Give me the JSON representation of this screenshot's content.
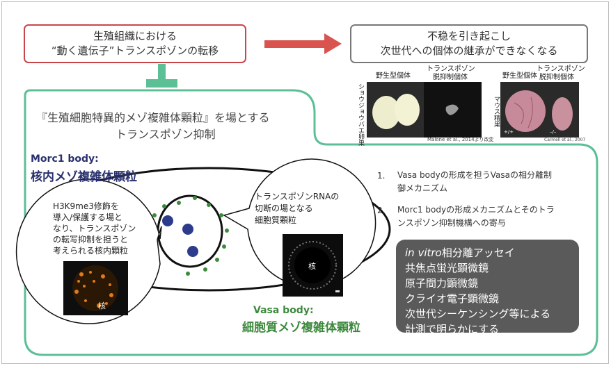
{
  "top_left_box": {
    "line1": "生殖組織における",
    "line2": "“動く遺伝子”トランスポゾンの転移"
  },
  "top_right_box": {
    "line1": "不稳を引き起こし",
    "line2": "次世代への個体の継承ができなくなる"
  },
  "fly_panel": {
    "label_wt": "野生型個体",
    "label_mut_1": "トランスポゾン",
    "label_mut_2": "脱抑制個体",
    "side_label": "ショウジョウバエ卵巣",
    "credit": "Malone et al., 2014より改変"
  },
  "mouse_panel": {
    "label_wt": "野生型個体",
    "label_mut_1": "トランスポゾン",
    "label_mut_2": "脱抑制個体",
    "side_label": "マウス精巣",
    "genotype_wt": "+/+",
    "genotype_mut": "–/–",
    "credit": "Carmell et al., 2007"
  },
  "main_heading": {
    "line1": "『生殖細胞特異的メゾ複雑体顆粒』を場とする",
    "line2": "トランスポゾン抑制"
  },
  "morc1": {
    "title_en": "Morc1 body:",
    "title_ja": "核内メゾ複雑体顆粒",
    "callout_lines": [
      "H3K9me3修飾を",
      "導入/保護する場と",
      "なり、トランスポゾン",
      "の転写抑制を担うと",
      "考えられる核内顆粒"
    ],
    "image_label": "核"
  },
  "vasa": {
    "title_en": "Vasa body:",
    "title_ja": "細胞質メゾ複雑体顆粒",
    "callout_lines": [
      "トランスポゾンRNAの",
      "切断の場となる",
      "細胞質顆粒"
    ],
    "image_label": "核"
  },
  "research_list": [
    {
      "num": "1.",
      "lines": [
        "Vasa bodyの形成を担うVasaの相分離制",
        "御メカニズム"
      ]
    },
    {
      "num": "2.",
      "lines": [
        "Morc1 bodyの形成メカニズムとそのトラ",
        "ンスポゾン抑制機構への寄与"
      ]
    }
  ],
  "methods": {
    "first_italic": "in vitro",
    "first_rest": "相分離アッセイ",
    "lines": [
      "共焦点蛍光顕微鏡",
      "原子間力顕微鏡",
      "クライオ電子顕微鏡",
      "次世代シーケンシング等による",
      "計測で明らかにする"
    ]
  },
  "colors": {
    "red": "#c8464a",
    "teal": "#5cbf95",
    "green_text": "#3d8a3e",
    "navy_text": "#29306e",
    "dark_box": "#5a5a5a"
  }
}
